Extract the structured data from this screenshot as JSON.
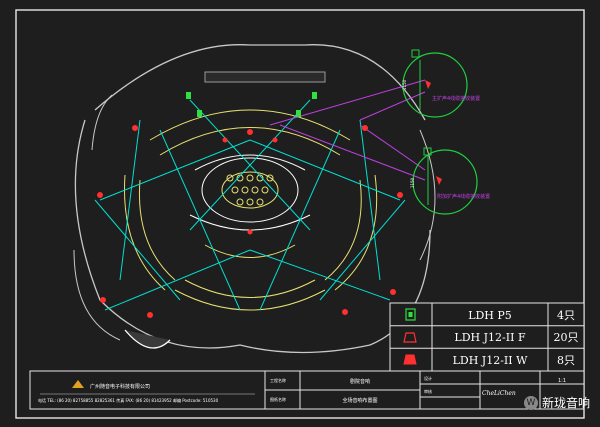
{
  "drawing": {
    "background": "#1e1e1e",
    "frame_color": "#e6e6e6",
    "colors": {
      "walls": "#c8c8c8",
      "seating": "#e8e070",
      "speaker_lines": "#00e0d0",
      "callout": "#c040e0",
      "detail_circle": "#20d040",
      "speaker_red": "#ff3030",
      "speaker_green": "#30e040"
    }
  },
  "callouts": {
    "upper_number": "1150",
    "upper_note": "主扩声4线缆接收装置",
    "lower_number": "1150",
    "lower_note": "附加扩声4线缆接收装置"
  },
  "legend": {
    "rows": [
      {
        "icon": "speaker-green-icon",
        "model": "LDH  P5",
        "qty": "4只"
      },
      {
        "icon": "speaker-red-icon",
        "model": "LDH  J12-II F",
        "qty": "20只"
      },
      {
        "icon": "speaker-red-icon",
        "model": "LDH  J12-II W",
        "qty": "8只"
      }
    ]
  },
  "title_block": {
    "company": "广州随音电子科技有限公司",
    "contact_line": "电话 TEL: (86 20) 82758855  82825361  传真 FAX: (86 20) 81423952  邮编 Postcode: 510530",
    "project_label": "工程名称",
    "project_name": "剧院音响",
    "drawing_label": "图纸名称",
    "drawing_name": "全场音响布置图",
    "designer_label": "设计",
    "checker_label": "审核",
    "scale": "1:1",
    "signature_mark": "CheLiChen"
  },
  "watermark": {
    "logo": "W",
    "text": "新珑音响"
  }
}
